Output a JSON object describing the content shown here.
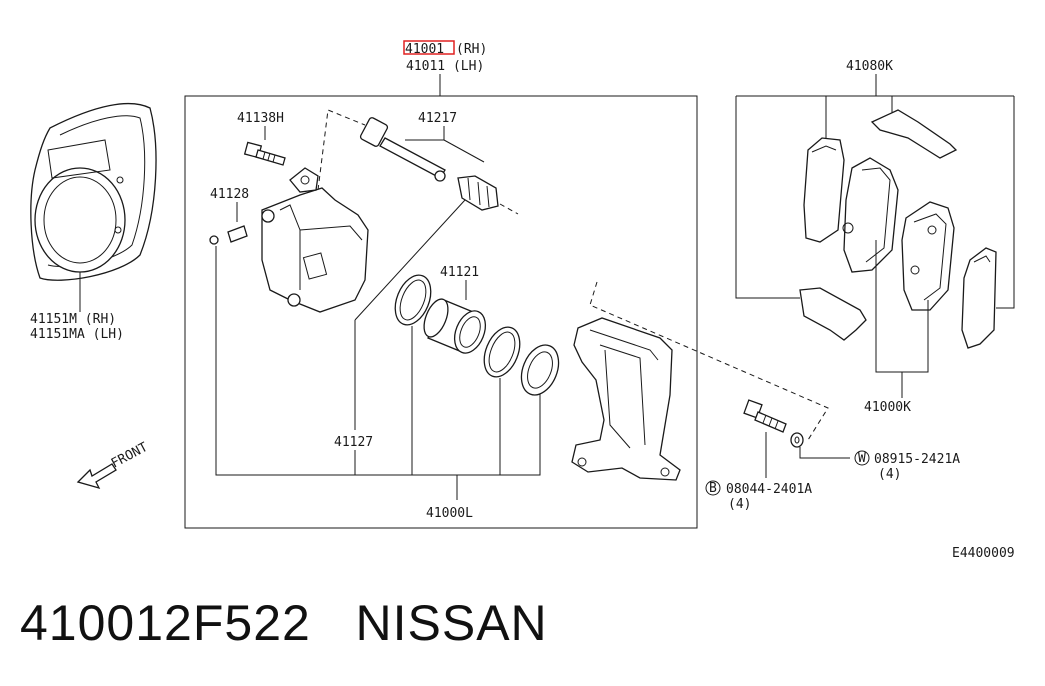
{
  "highlight_color": "#e02020",
  "labels": {
    "caliper_rh": "41001",
    "caliper_rh_side": "(RH)",
    "caliper_lh": "41011 (LH)",
    "pad_kit": "41080K",
    "bolt_h": "41138H",
    "pin_kit": "41217",
    "bleeder": "41128",
    "piston": "41121",
    "seal_ref": "41127",
    "seal_kit": "41000L",
    "baffle_rh": "41151M  (RH)",
    "baffle_lh": "41151MA (LH)",
    "pad_set": "41000K",
    "washer": "08915-2421A",
    "washer_qty": "(4)",
    "washer_mark": "W",
    "bolt": "08044-2401A",
    "bolt_qty": "(4)",
    "bolt_mark": "B",
    "front": "FRONT",
    "diagram_code": "E4400009"
  },
  "footer": {
    "part_number": "410012F522",
    "brand": "NISSAN"
  }
}
